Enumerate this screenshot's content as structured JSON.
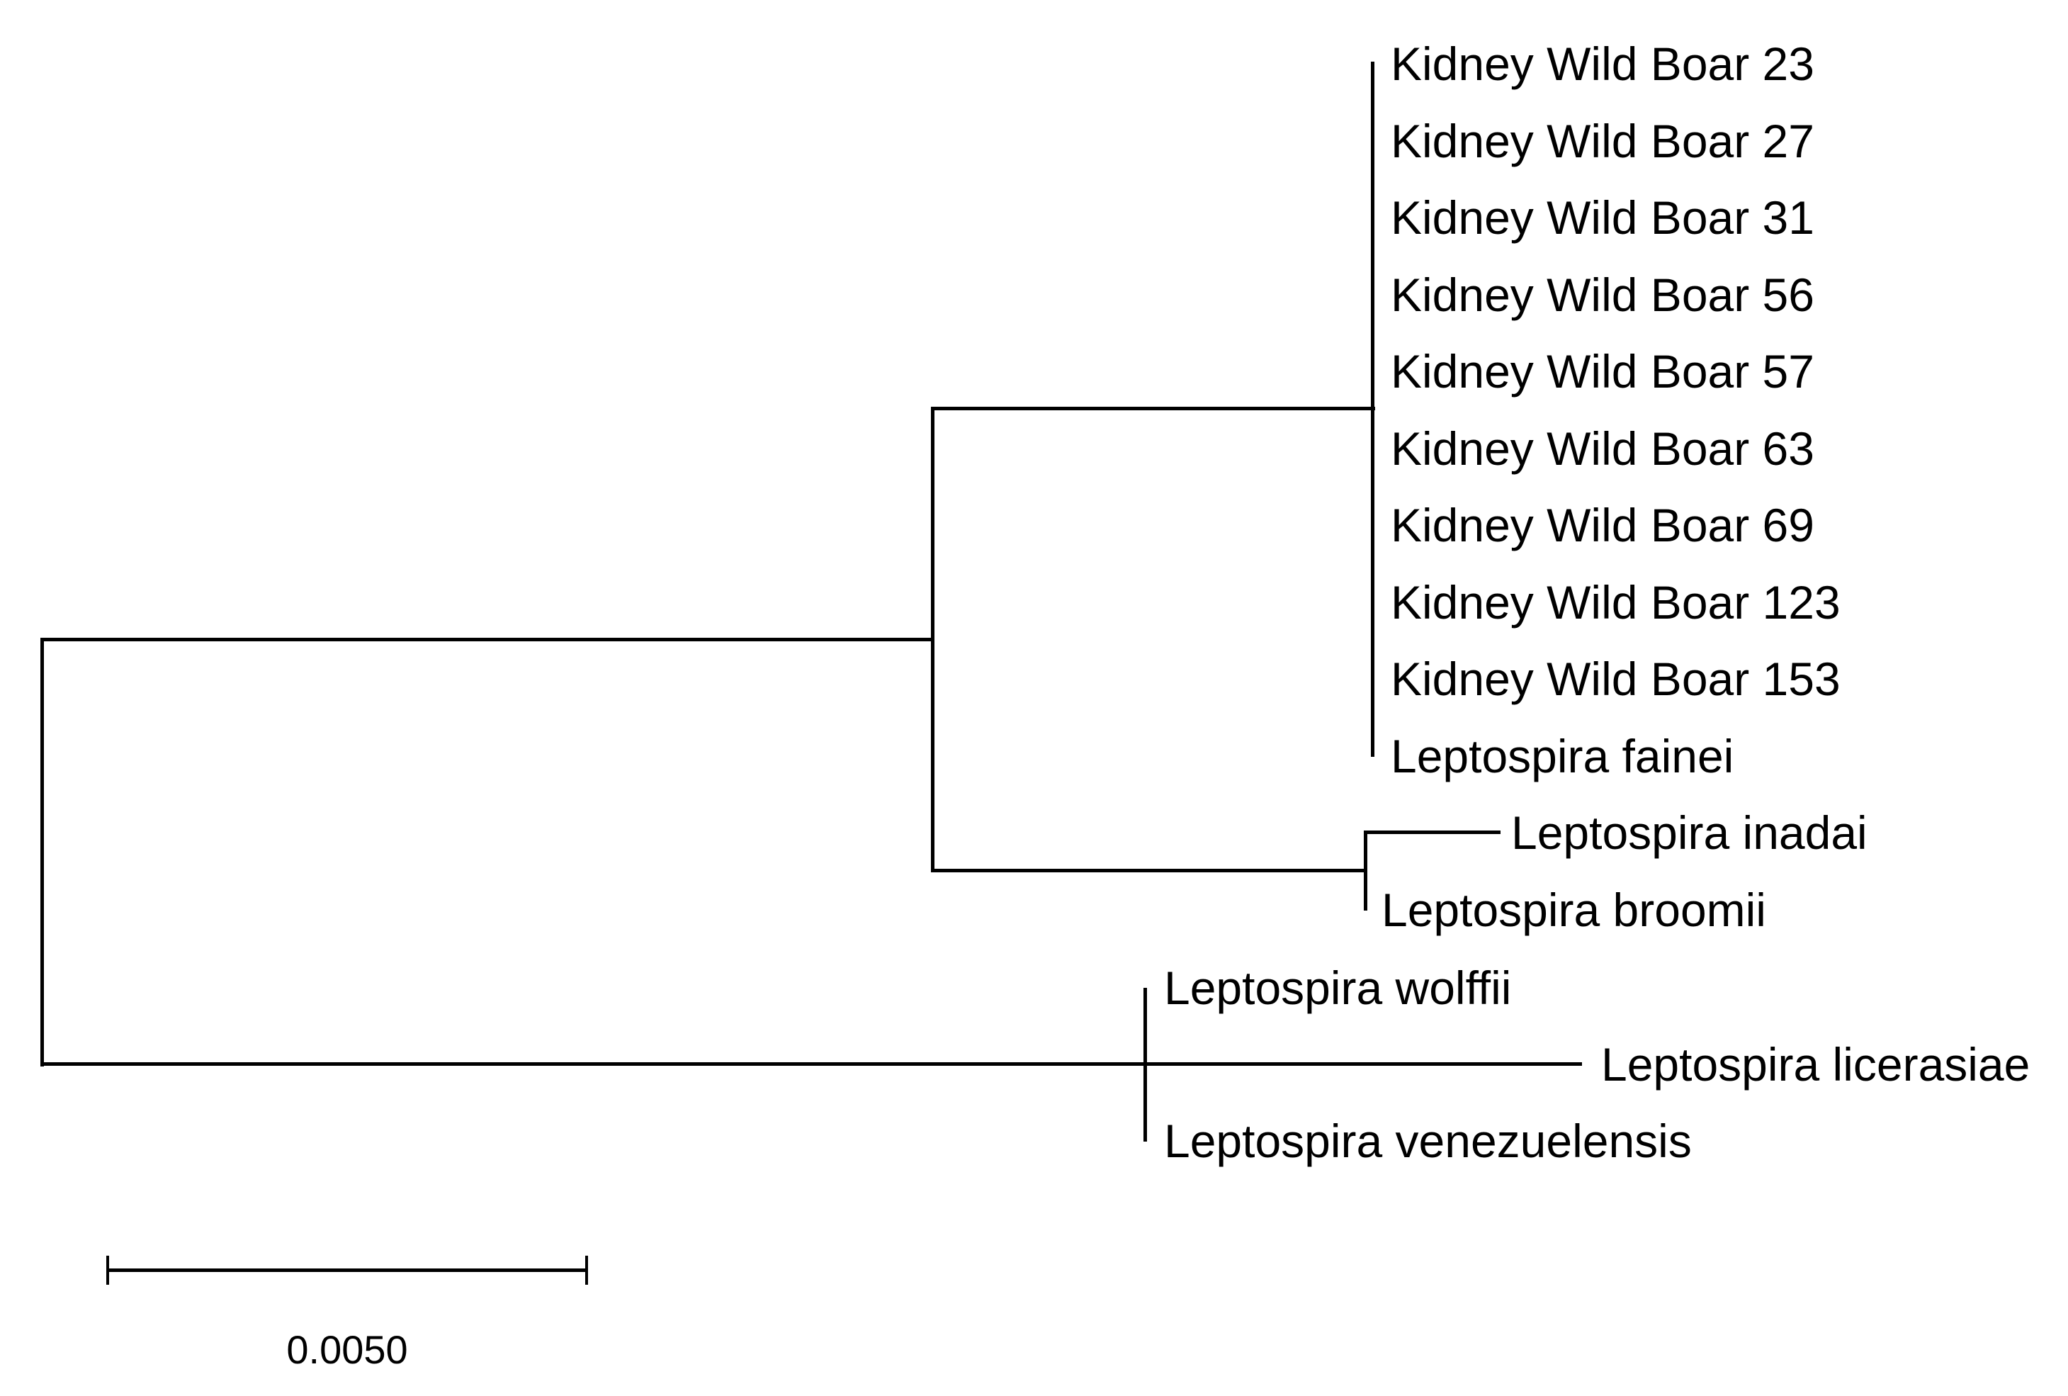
{
  "figure": {
    "type": "phylogenetic-tree",
    "background_color": "#ffffff",
    "line_color": "#000000",
    "text_color": "#000000"
  },
  "taxa": [
    {
      "label": "Kidney Wild Boar 23"
    },
    {
      "label": "Kidney Wild Boar 27"
    },
    {
      "label": "Kidney Wild Boar 31"
    },
    {
      "label": "Kidney Wild Boar 56"
    },
    {
      "label": "Kidney Wild Boar 57"
    },
    {
      "label": "Kidney Wild Boar 63"
    },
    {
      "label": "Kidney Wild Boar 69"
    },
    {
      "label": "Kidney Wild Boar 123"
    },
    {
      "label": "Kidney Wild Boar 153"
    },
    {
      "label": "Leptospira fainei"
    },
    {
      "label": "Leptospira inadai"
    },
    {
      "label": "Leptospira broomii"
    },
    {
      "label": "Leptospira wolffii"
    },
    {
      "label": "Leptospira licerasiae"
    },
    {
      "label": "Leptospira venezuelensis"
    }
  ],
  "topology": {
    "clade_boar_fainei": [
      "Kidney Wild Boar 23",
      "Kidney Wild Boar 27",
      "Kidney Wild Boar 31",
      "Kidney Wild Boar 56",
      "Kidney Wild Boar 57",
      "Kidney Wild Boar 63",
      "Kidney Wild Boar 69",
      "Kidney Wild Boar 123",
      "Kidney Wild Boar 153",
      "Leptospira fainei"
    ],
    "clade_inadai_broomii": [
      "Leptospira inadai",
      "Leptospira broomii"
    ],
    "clade_outgroup": [
      "Leptospira wolffii",
      "Leptospira licerasiae",
      "Leptospira venezuelensis"
    ]
  },
  "scale_bar": {
    "label": "0.0050"
  }
}
